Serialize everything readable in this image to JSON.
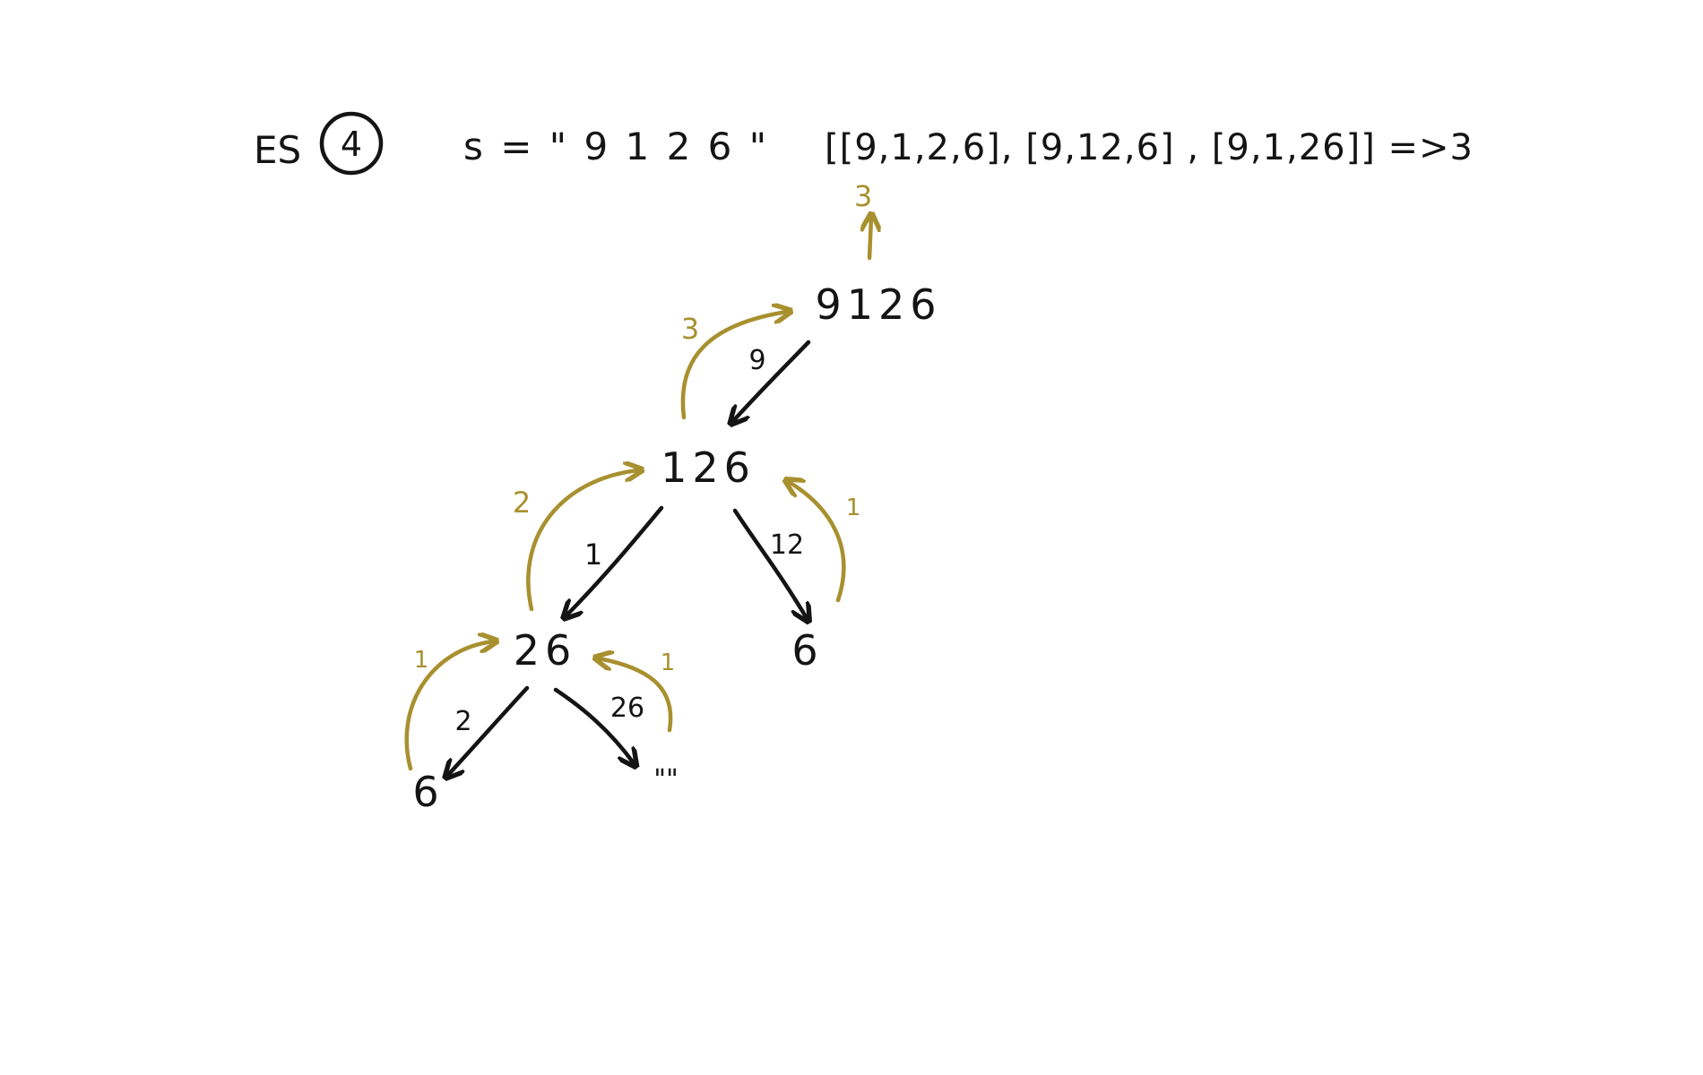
{
  "colors": {
    "ink": "#141414",
    "return_ink": "#a8902f",
    "background": "#ffffff"
  },
  "header": {
    "example_label": "ES",
    "example_number": "4",
    "input": "s = \" 9 1 2 6 \"",
    "decodings": "[[9,1,2,6], [9,12,6] , [9,1,26]] =>3"
  },
  "tree": {
    "root_result": "3",
    "nodes": {
      "root": "9126",
      "n126": "126",
      "n26": "26",
      "n6_right": "6",
      "n6_left": "6",
      "empty": "\"\""
    },
    "edge_labels": {
      "root_to_126": "9",
      "n126_to_26": "1",
      "n126_to_6": "12",
      "n26_to_6": "2",
      "n26_to_empty": "26"
    },
    "return_values": {
      "from_126": "3",
      "from_26": "2",
      "from_6_right": "1",
      "from_6_left": "1",
      "from_empty": "1"
    }
  }
}
